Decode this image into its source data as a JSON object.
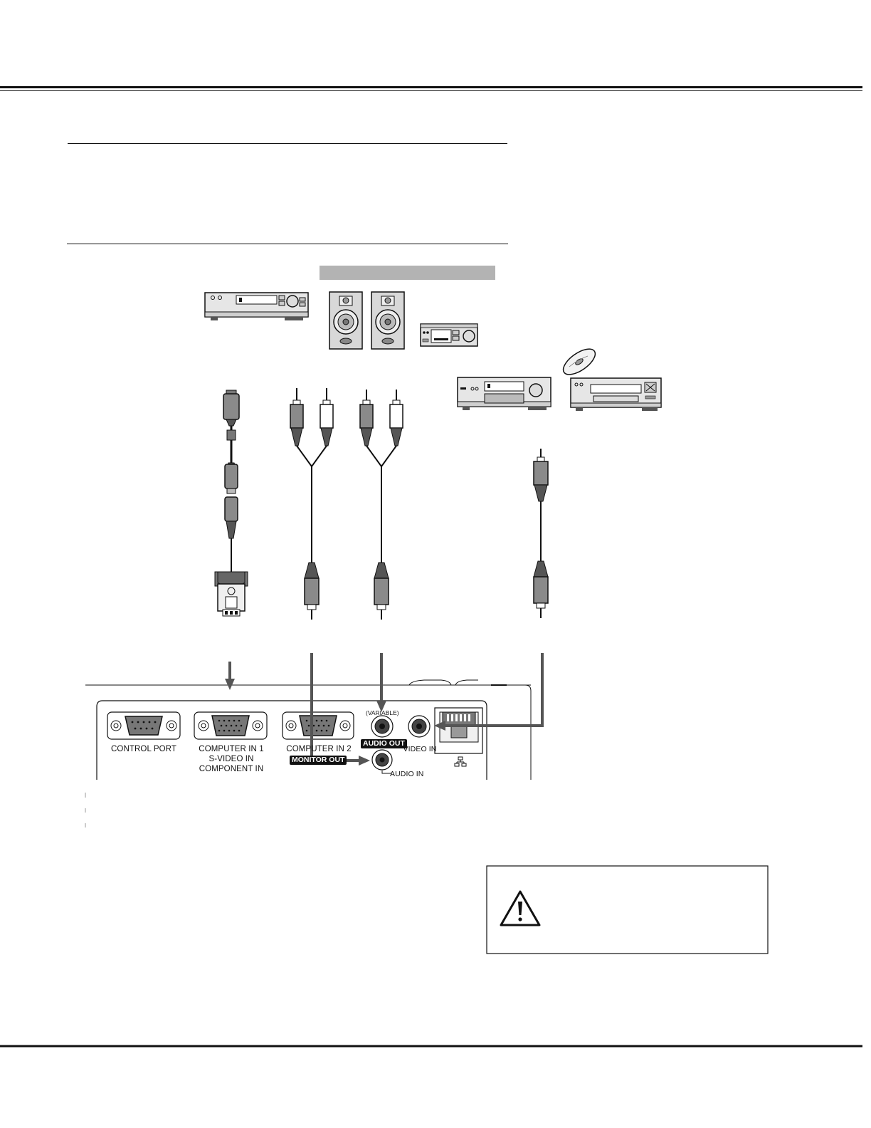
{
  "ports": {
    "control_port": "CONTROL PORT",
    "computer_in_1": [
      "COMPUTER IN 1",
      "S-VIDEO IN",
      "COMPONENT IN"
    ],
    "computer_in_2": "COMPUTER IN 2",
    "monitor_out": "MONITOR OUT",
    "variable": "(VARIABLE)",
    "audio_out": "AUDIO OUT",
    "audio_in": "AUDIO IN",
    "video_in": "VIDEO IN"
  },
  "icons": {
    "vcr": "vcr-icon",
    "speaker": "speaker-icon",
    "amplifier": "amplifier-icon",
    "video_deck": "video-deck-icon",
    "disc_player": "disc-player-icon",
    "disc": "disc-icon",
    "warning": "warning-triangle-icon",
    "lan": "lan-network-icon"
  },
  "colors": {
    "line": "#111111",
    "arrow": "#555555",
    "header_bar": "#b3b3b3",
    "connector_gray": "#8a8a8a"
  }
}
